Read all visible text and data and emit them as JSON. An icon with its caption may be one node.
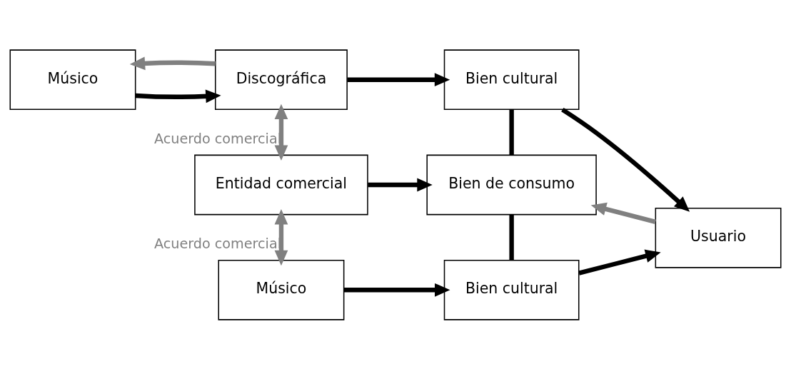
{
  "diagram": {
    "nodes": [
      {
        "text": [
          "Músico"
        ]
      },
      {
        "text": [
          "Discográfica"
        ]
      },
      {
        "text": [
          "Bien cultural"
        ]
      },
      {
        "text": [
          "Entidad comercial"
        ]
      },
      {
        "text": [
          "Bien de consumo"
        ]
      },
      {
        "text": [
          "Usuario"
        ]
      },
      {
        "text": [
          "Músico"
        ]
      },
      {
        "text": [
          "Bien cultural"
        ]
      }
    ],
    "edges": [
      {
        "from": 0,
        "to": 1,
        "arrow": "to"
      },
      {
        "from": 1,
        "to": 0,
        "arrow": "to",
        "color": "#808080"
      },
      {
        "from": 1,
        "to": 2,
        "arrow": "to"
      },
      {
        "from": 1,
        "to": 3,
        "arrow": "both",
        "label": "Acuerdo comercial",
        "color": "#808080"
      },
      {
        "from": 3,
        "to": 4,
        "arrow": "to"
      },
      {
        "from": 2,
        "to": 4,
        "arrow": "none"
      },
      {
        "from": 2,
        "to": 5,
        "arrow": "to"
      },
      {
        "from": 5,
        "to": 4,
        "arrow": "to",
        "color": "#808080"
      },
      {
        "from": 3,
        "to": 6,
        "arrow": "both",
        "label": "Acuerdo comercial",
        "color": "#808080"
      },
      {
        "from": 6,
        "to": 7,
        "arrow": "to"
      },
      {
        "from": 7,
        "to": 4,
        "arrow": "none"
      },
      {
        "from": 7,
        "to": 5,
        "arrow": "to"
      }
    ]
  }
}
